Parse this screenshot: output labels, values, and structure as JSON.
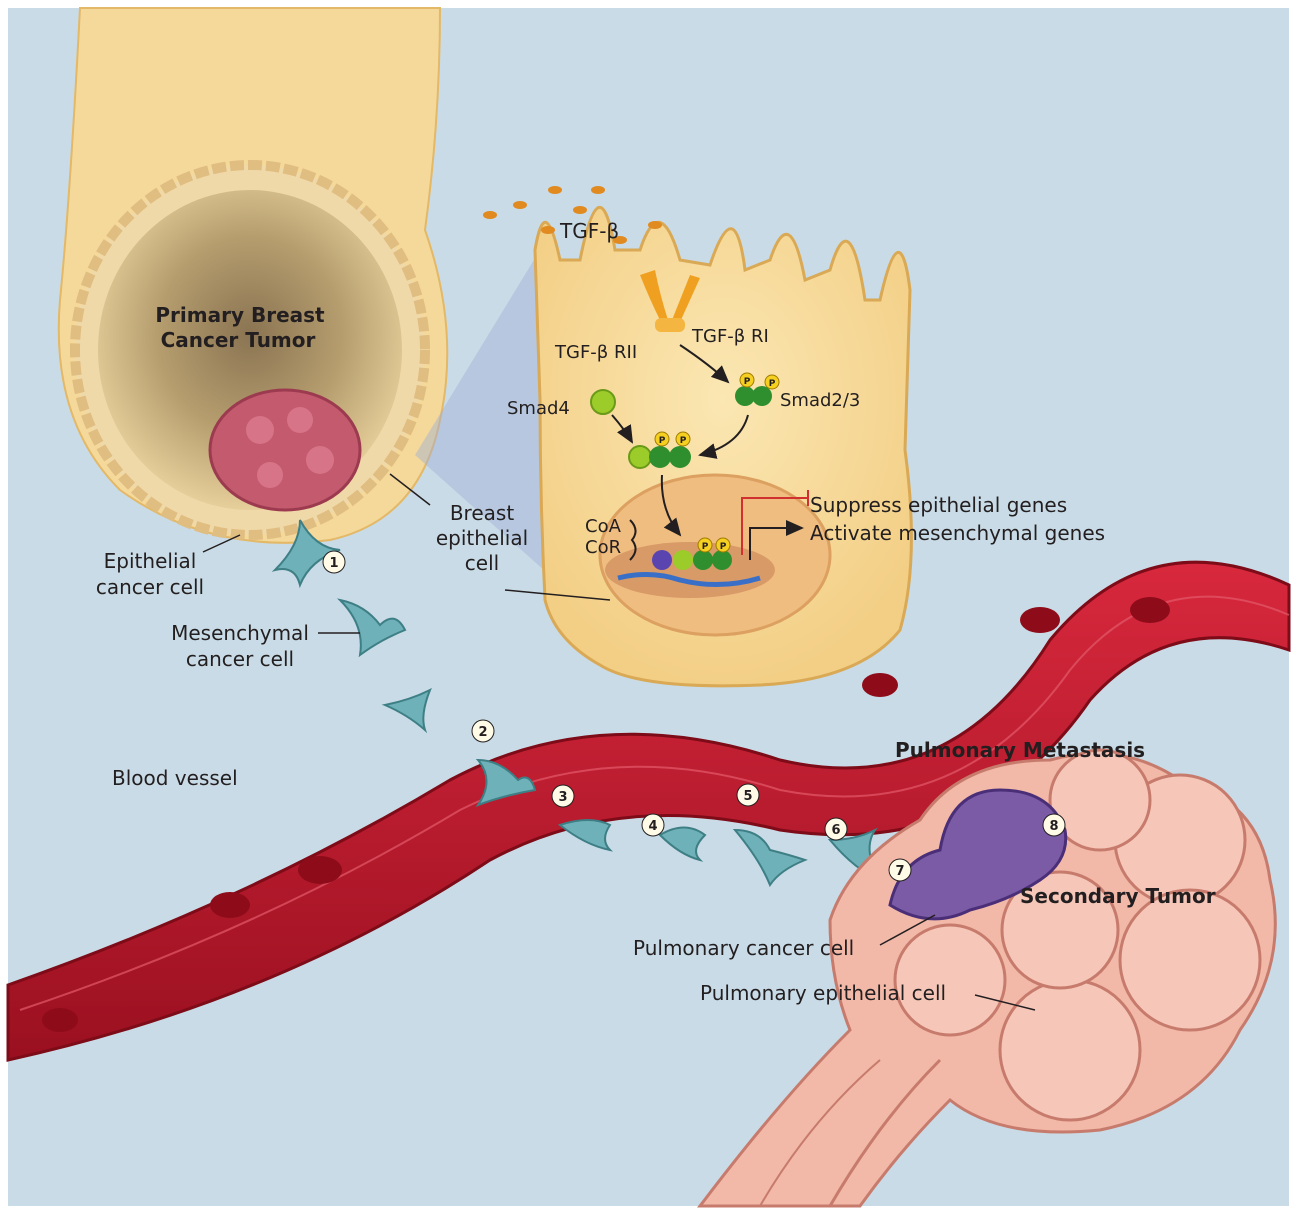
{
  "labels": {
    "primary_tumor_line1": "Primary Breast",
    "primary_tumor_line2": "Cancer Tumor",
    "tgf_beta": "TGF-β",
    "tgf_beta_rii": "TGF-β RII",
    "tgf_beta_ri": "TGF-β RI",
    "smad4": "Smad4",
    "smad23": "Smad2/3",
    "phospho": "P",
    "coa": "CoA",
    "cor": "CoR",
    "suppress": "Suppress epithelial genes",
    "activate": "Activate mesenchymal genes",
    "breast_epithelial_line1": "Breast",
    "breast_epithelial_line2": "epithelial",
    "breast_epithelial_line3": "cell",
    "epithelial_cancer_line1": "Epithelial",
    "epithelial_cancer_line2": "cancer cell",
    "mesenchymal_line1": "Mesenchymal",
    "mesenchymal_line2": "cancer cell",
    "blood_vessel": "Blood vessel",
    "pulmonary_metastasis": "Pulmonary Metastasis",
    "secondary_tumor": "Secondary Tumor",
    "pulmonary_cancer_cell": "Pulmonary cancer cell",
    "pulmonary_epithelial_cell": "Pulmonary epithelial cell"
  },
  "steps": [
    "1",
    "2",
    "3",
    "4",
    "5",
    "6",
    "7",
    "8"
  ],
  "colors": {
    "background": "#c9dbe6",
    "duct": "#f5d99a",
    "tumor": "#c45a6e",
    "vessel": "#b3162a",
    "cell_teal": "#6fb1b8",
    "lung": "#f2b8a8",
    "metastasis": "#7b5aa6",
    "smad_green": "#2f8f2f",
    "smad4_green": "#9ccc2a",
    "receptor_orange": "#f0a020"
  }
}
